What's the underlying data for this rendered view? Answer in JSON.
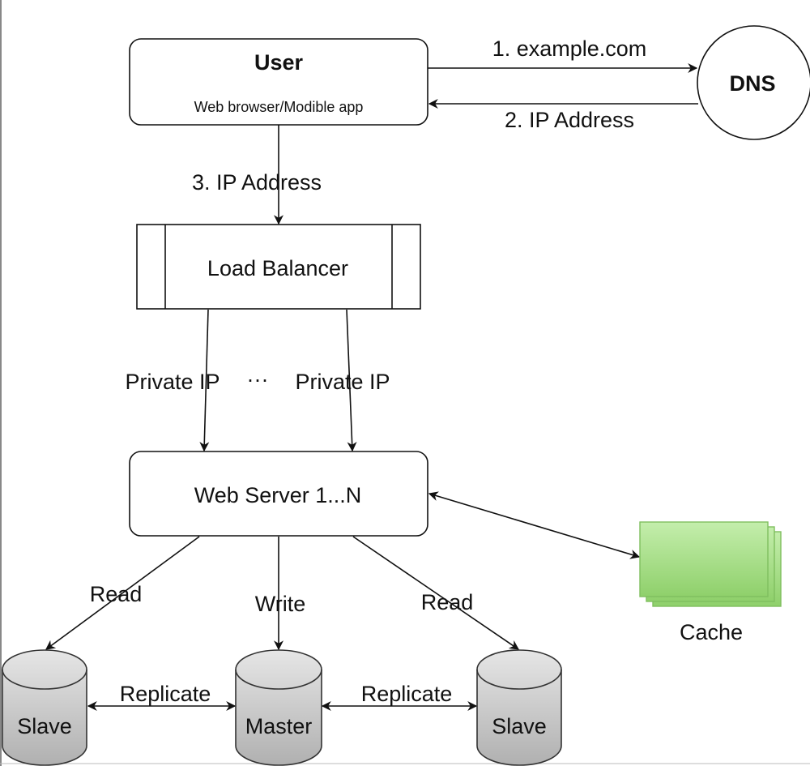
{
  "nodes": {
    "user": {
      "title": "User",
      "subtitle": "Web browser/Modible app"
    },
    "dns": {
      "label": "DNS"
    },
    "load_balancer": {
      "label": "Load Balancer"
    },
    "web_server": {
      "label": "Web Server 1...N"
    },
    "cache": {
      "label": "Cache"
    },
    "slave_left": {
      "label": "Slave"
    },
    "master": {
      "label": "Master"
    },
    "slave_right": {
      "label": "Slave"
    }
  },
  "edges": {
    "user_to_dns": "1. example.com",
    "dns_to_user": "2. IP Address",
    "user_to_lb": "3. IP Address",
    "lb_to_ws_left": "Private IP",
    "lb_ellipsis": "···",
    "lb_to_ws_right": "Private IP",
    "read_left": "Read",
    "write": "Write",
    "read_right": "Read",
    "replicate_left": "Replicate",
    "replicate_right": "Replicate"
  },
  "colors": {
    "line": "#111111",
    "cache_fill": "#a8de8a",
    "cache_stroke": "#7fbf5f",
    "db_fill_top": "#e4e4e4",
    "db_fill_bottom": "#b4b4b4"
  }
}
